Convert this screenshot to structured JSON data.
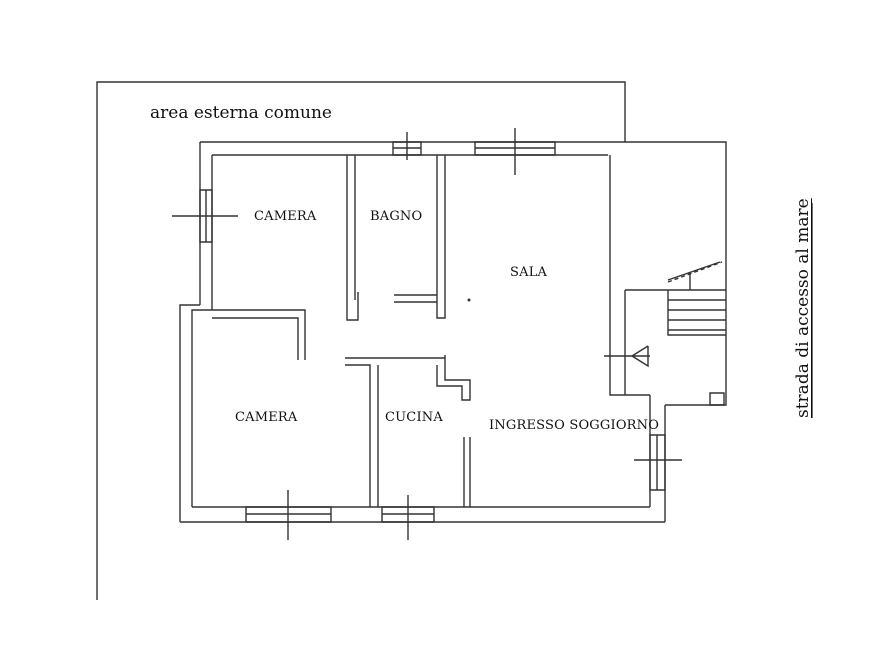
{
  "plan": {
    "outdoor_label": "area esterna comune",
    "street_label": "strada di accesso al mare",
    "rooms": {
      "camera_top": "CAMERA",
      "bagno": "BAGNO",
      "sala": "SALA",
      "camera_bottom": "CAMERA",
      "cucina": "CUCINA",
      "ingresso": "INGRESSO SOGGIORNO"
    }
  }
}
